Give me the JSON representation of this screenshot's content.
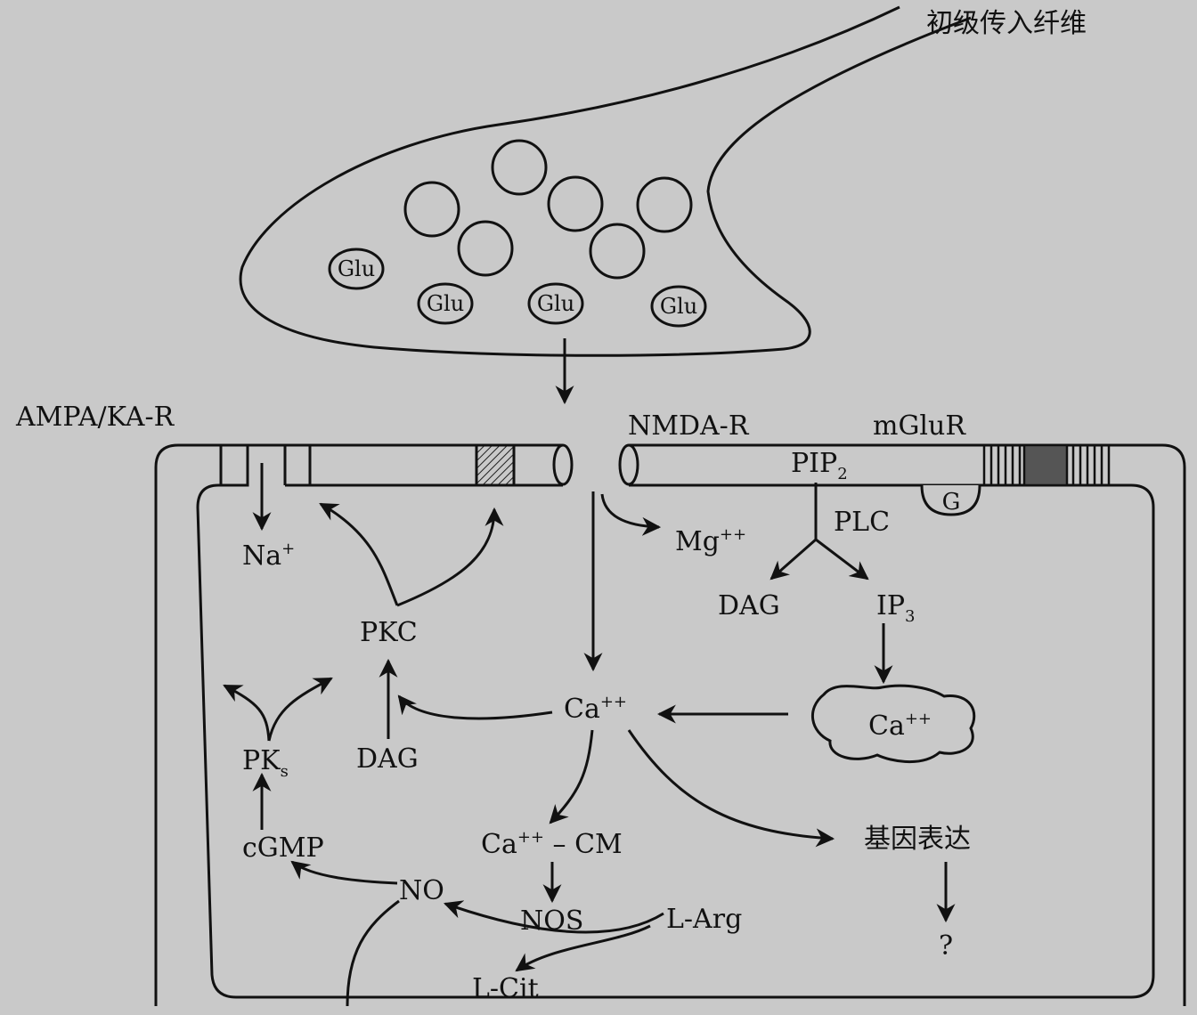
{
  "labels": {
    "fiber": "初级传入纤维",
    "ampa": "AMPA/KA-R",
    "nmda": "NMDA-R",
    "mglur": "mGluR",
    "pip2": "PIP",
    "pip2_sub": "2",
    "g": "G",
    "plc": "PLC",
    "na": "Na",
    "na_sup": "+",
    "mg": "Mg",
    "mg_sup": "++",
    "dag_top": "DAG",
    "ip3": "IP",
    "ip3_sub": "3",
    "pkc": "PKC",
    "ca_center": "Ca",
    "ca_center_sup": "++",
    "ca_store": "Ca",
    "ca_store_sup": "++",
    "pks": "PK",
    "pks_sub": "s",
    "dag_bottom": "DAG",
    "ca_cm": "Ca",
    "ca_cm_sup": "++",
    "ca_cm_rest": " – CM",
    "gene": "基因表达",
    "question": "?",
    "cgmp": "cGMP",
    "no": "NO",
    "nos": "NOS",
    "larg": "L-Arg",
    "lcit": "L-Cit"
  },
  "vesicles": {
    "glu_label": "Glu"
  }
}
